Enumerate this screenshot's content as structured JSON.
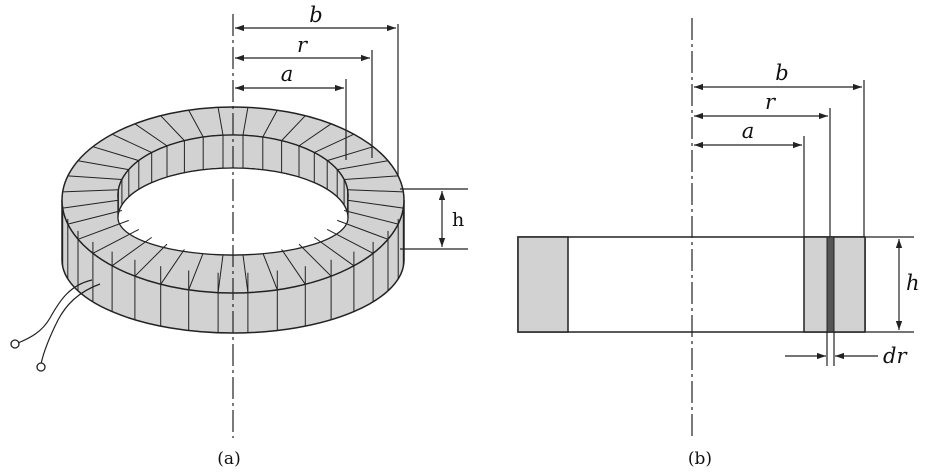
{
  "figure_a": {
    "caption": "(a)",
    "dim_b": "b",
    "dim_r": "r",
    "dim_a": "a",
    "dim_h": "h",
    "ring_fill": "#d2d2d2",
    "line_color": "#222222"
  },
  "figure_b": {
    "caption": "(b)",
    "dim_b": "b",
    "dim_r": "r",
    "dim_a": "a",
    "dim_h": "h",
    "dim_dr": "dr",
    "section_fill": "#d2d2d2"
  }
}
